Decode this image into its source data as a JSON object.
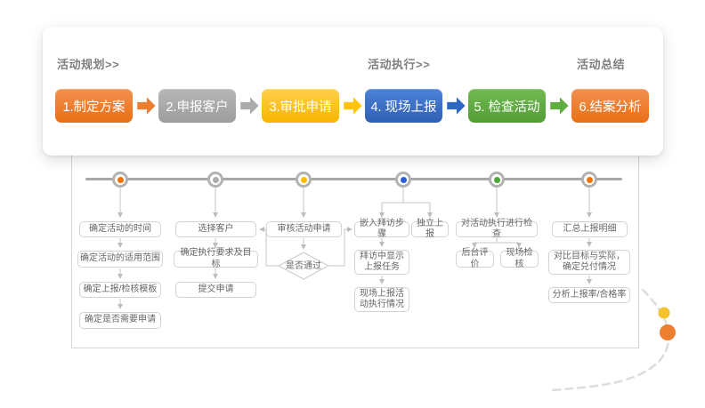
{
  "card": {
    "phases": [
      {
        "label": "活动规划>>"
      },
      {
        "label": "活动执行>>"
      },
      {
        "label": "活动总结"
      }
    ],
    "steps": [
      {
        "label": "1.制定方案",
        "color": "#ED7D31"
      },
      {
        "label": "2.申报客户",
        "color": "#ABABAB"
      },
      {
        "label": "3.审批申请",
        "color": "#FFC408"
      },
      {
        "label": "4. 现场上报",
        "color": "#3A70C8"
      },
      {
        "label": "5. 检查活动",
        "color": "#5FAC40"
      },
      {
        "label": "6.结案分析",
        "color": "#ED7D31"
      }
    ]
  },
  "timeline": {
    "node_colors": [
      "#F27207",
      "#ACACAC",
      "#FFBB00",
      "#2B5FD9",
      "#4DA53C",
      "#F27207"
    ],
    "line_color": "#A8A8A8"
  },
  "flow": {
    "decision": "是否通过",
    "boxes": [
      {
        "label": "确定活动的时间"
      },
      {
        "label": "确定活动的适用范围"
      },
      {
        "label": "确定上报/检核模板"
      },
      {
        "label": "确定是否需要申请"
      },
      {
        "label": "选择客户"
      },
      {
        "label": "确定执行要求及目标"
      },
      {
        "label": "提交申请"
      },
      {
        "label": "审核活动申请"
      },
      {
        "label": "嵌入拜访步骤"
      },
      {
        "label": "独立上报"
      },
      {
        "label": "拜访中显示上报任务"
      },
      {
        "label": "现场上报活动执行情况"
      },
      {
        "label": "对活动执行进行检查"
      },
      {
        "label": "后台评价"
      },
      {
        "label": "现场检核"
      },
      {
        "label": "汇总上报明细"
      },
      {
        "label": "对比目标与实际，确定兑付情况"
      },
      {
        "label": "分析上报率/合格率"
      }
    ]
  },
  "decoration": {
    "yellow_dot_color": "#F6C12E",
    "orange_dot_color": "#ED7D31",
    "curve_color": "#DBDBDB"
  }
}
